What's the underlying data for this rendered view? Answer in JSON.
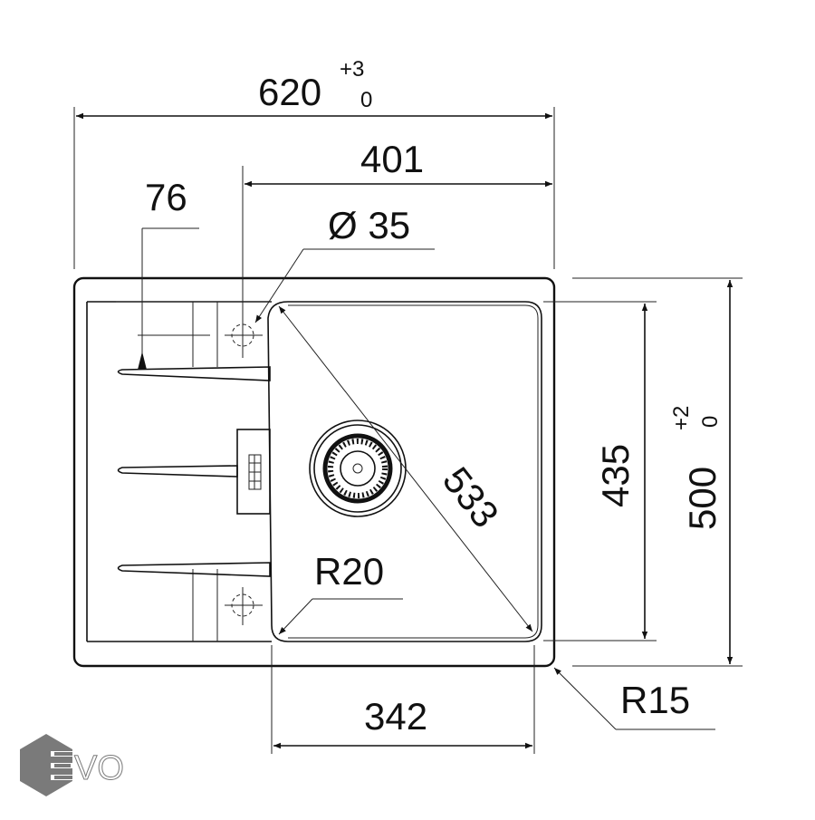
{
  "dimensions": {
    "width_total": "620",
    "width_tol_upper": "+3",
    "width_tol_lower": "0",
    "tap_offset": "401",
    "drainer_offset": "76",
    "tap_hole": "Ø 35",
    "diagonal": "533",
    "bowl_radius": "R20",
    "bowl_width": "342",
    "bowl_depth": "435",
    "depth_total": "500",
    "depth_tol_upper": "+2",
    "depth_tol_lower": "0",
    "corner_radius": "R15"
  },
  "logo": {
    "text": "EVO",
    "color": "#7a7a7a"
  }
}
